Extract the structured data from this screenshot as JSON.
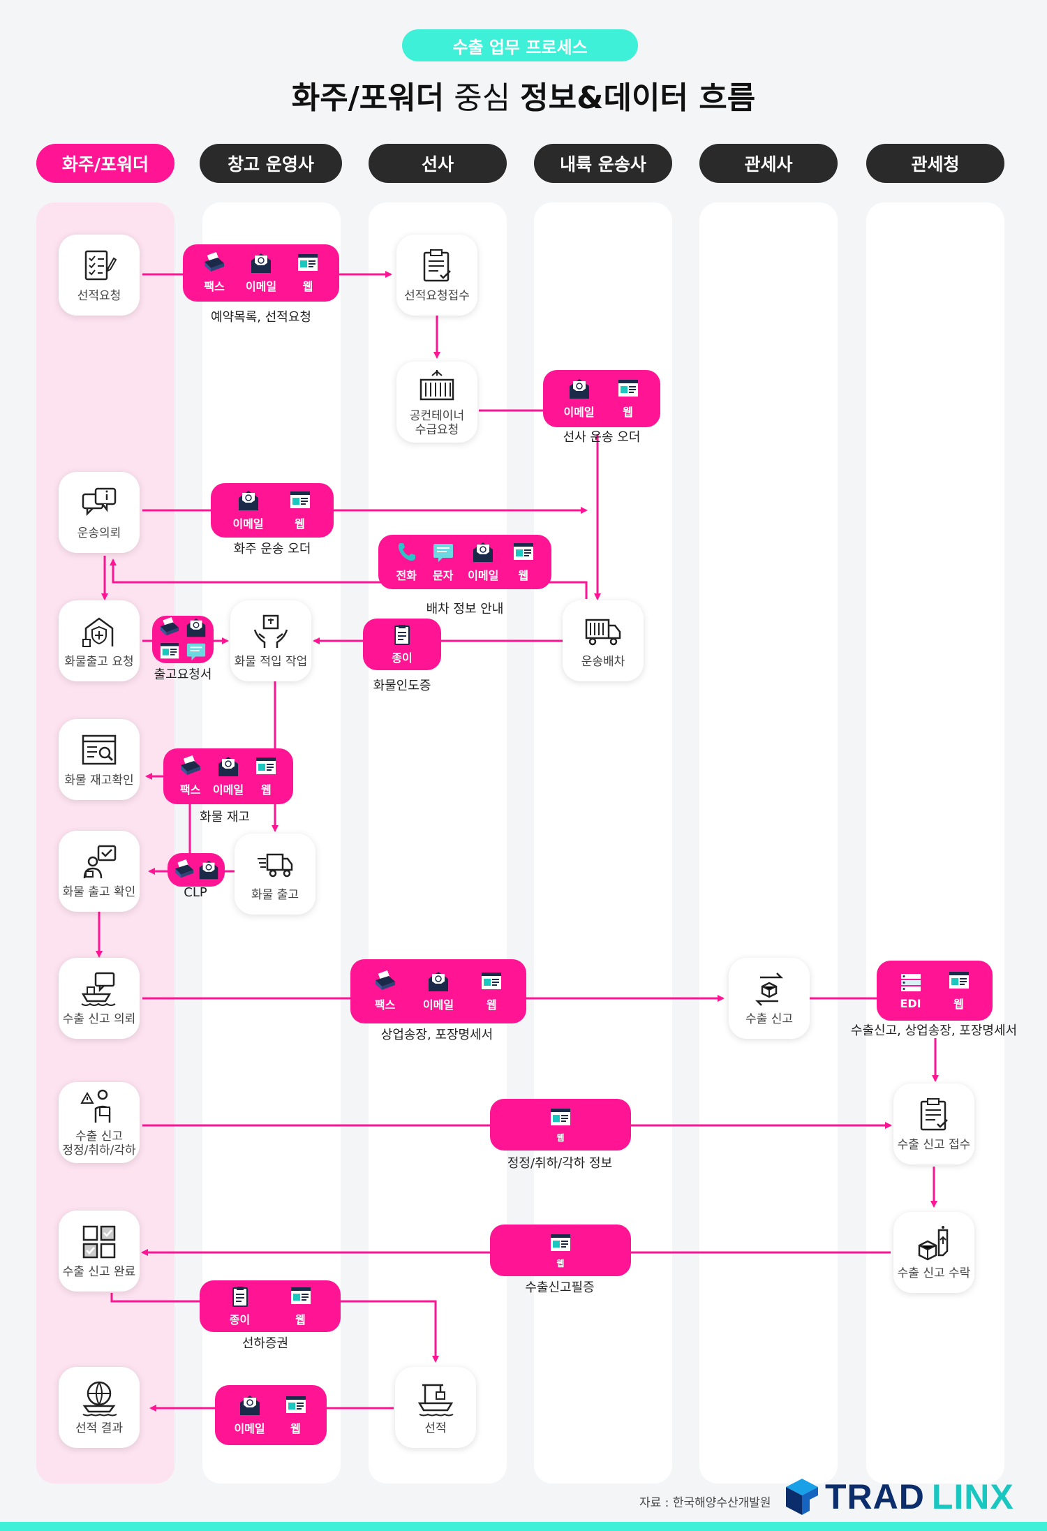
{
  "header": {
    "badge": "수출 업무 프로세스",
    "title_part1": "화주/포워더",
    "title_part2": " 중심 ",
    "title_part3": "정보&데이터 흐름"
  },
  "lanes": [
    "화주/포워더",
    "창고 운영사",
    "선사",
    "내륙 운송사",
    "관세사",
    "관세청"
  ],
  "nodes": {
    "n1": {
      "line1": "선적요청",
      "icon": "checklist-icon"
    },
    "n2": {
      "line1": "선적요청접수",
      "icon": "clipboard-icon"
    },
    "n3": {
      "line1": "공컨테이너",
      "line2": "수급요청",
      "icon": "container-icon"
    },
    "n4": {
      "line1": "운송의뢰",
      "icon": "chat-icon"
    },
    "n5": {
      "line1": "화물출고 요청",
      "icon": "warehouse-shield-icon"
    },
    "n6": {
      "line1": "화물 적입 작업",
      "icon": "hands-box-icon"
    },
    "n7": {
      "line1": "운송배차",
      "icon": "truck-icon"
    },
    "n8": {
      "line1": "화물 재고확인",
      "icon": "inventory-search-icon"
    },
    "n9": {
      "line1": "화물 출고 확인",
      "icon": "person-check-icon"
    },
    "n10": {
      "line1": "화물 출고",
      "icon": "delivery-truck-icon"
    },
    "n11": {
      "line1": "수출 신고 의뢰",
      "icon": "ship-chat-icon"
    },
    "n12": {
      "line1": "수출 신고",
      "icon": "exchange-box-icon"
    },
    "n13": {
      "line1": "수출 신고",
      "line2": "정정/취하/각하",
      "icon": "person-warning-icon"
    },
    "n14": {
      "line1": "수출 신고 접수",
      "icon": "clipboard-icon"
    },
    "n15": {
      "line1": "수출 신고 완료",
      "icon": "grid-check-icon"
    },
    "n16": {
      "line1": "수출 신고 수락",
      "icon": "box-tag-icon"
    },
    "n17": {
      "line1": "선적 결과",
      "icon": "globe-ship-icon"
    },
    "n18": {
      "line1": "선적",
      "icon": "crane-ship-icon"
    }
  },
  "pills": {
    "p1": {
      "channels": [
        "팩스",
        "이메일",
        "웹"
      ],
      "caption": "예약목록, 선적요청"
    },
    "p2": {
      "channels": [
        "이메일",
        "웹"
      ],
      "caption": "선사 운송 오더"
    },
    "p3": {
      "channels": [
        "이메일",
        "웹"
      ],
      "caption": "화주 운송 오더"
    },
    "p4": {
      "channels": [
        "전화",
        "문자",
        "이메일",
        "웹"
      ],
      "caption": "배차 정보 안내"
    },
    "p5": {
      "caption": "출고요청서"
    },
    "p6": {
      "channels": [
        "종이"
      ],
      "caption": "화물인도증"
    },
    "p7": {
      "channels": [
        "팩스",
        "이메일",
        "웹"
      ],
      "caption": "화물 재고"
    },
    "p8": {
      "caption": "CLP"
    },
    "p9": {
      "channels": [
        "팩스",
        "이메일",
        "웹"
      ],
      "caption": "상업송장, 포장명세서"
    },
    "p10": {
      "channels": [
        "EDI",
        "웹"
      ],
      "caption": "수출신고, 상업송장, 포장명세서"
    },
    "p11": {
      "channels": [
        "웹"
      ],
      "caption": "정정/취하/각하 정보"
    },
    "p12": {
      "channels": [
        "웹"
      ],
      "caption": "수출신고필증"
    },
    "p13": {
      "channels": [
        "종이",
        "웹"
      ],
      "caption": "선하증권"
    },
    "p14": {
      "channels": [
        "이메일",
        "웹"
      ]
    }
  },
  "footer": {
    "source": "자료 : 한국해양수산개발원",
    "logo_text_1": "TRAD",
    "logo_text_2": "LINX"
  },
  "colors": {
    "pink": "#ff1493",
    "mint": "#3ef0d8",
    "dark": "#2a2a2a",
    "lane_pink": "#fde3f0"
  }
}
